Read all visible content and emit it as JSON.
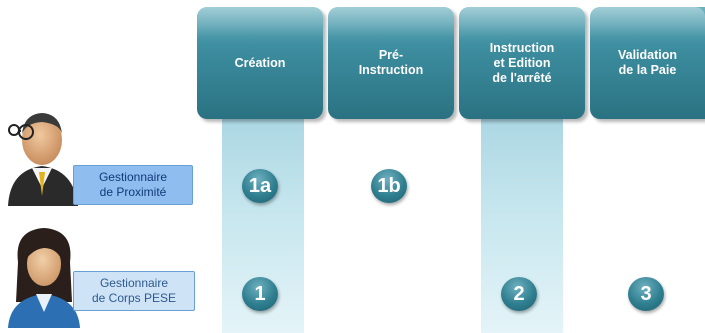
{
  "columns": [
    {
      "label": "Création"
    },
    {
      "label": "Pré-\nInstruction"
    },
    {
      "label": "Instruction\net Edition\nde l'arrêté"
    },
    {
      "label": "Validation\nde la Paie"
    }
  ],
  "roles": [
    {
      "label": "Gestionnaire\nde Proximité"
    },
    {
      "label": "Gestionnaire\nde Corps  PESE"
    }
  ],
  "steps": [
    {
      "label": "1a"
    },
    {
      "label": "1b"
    },
    {
      "label": "1"
    },
    {
      "label": "2"
    },
    {
      "label": "3"
    }
  ],
  "colors": {
    "tab": "#3d8ea0",
    "lane": "#c6e6ee",
    "badge": "#2f7f90",
    "role_primary": "#8fbdf0",
    "role_secondary": "#cfe3f7"
  },
  "icons": {
    "avatar_1": "businessman-avatar-icon",
    "avatar_2": "businesswoman-avatar-icon"
  }
}
